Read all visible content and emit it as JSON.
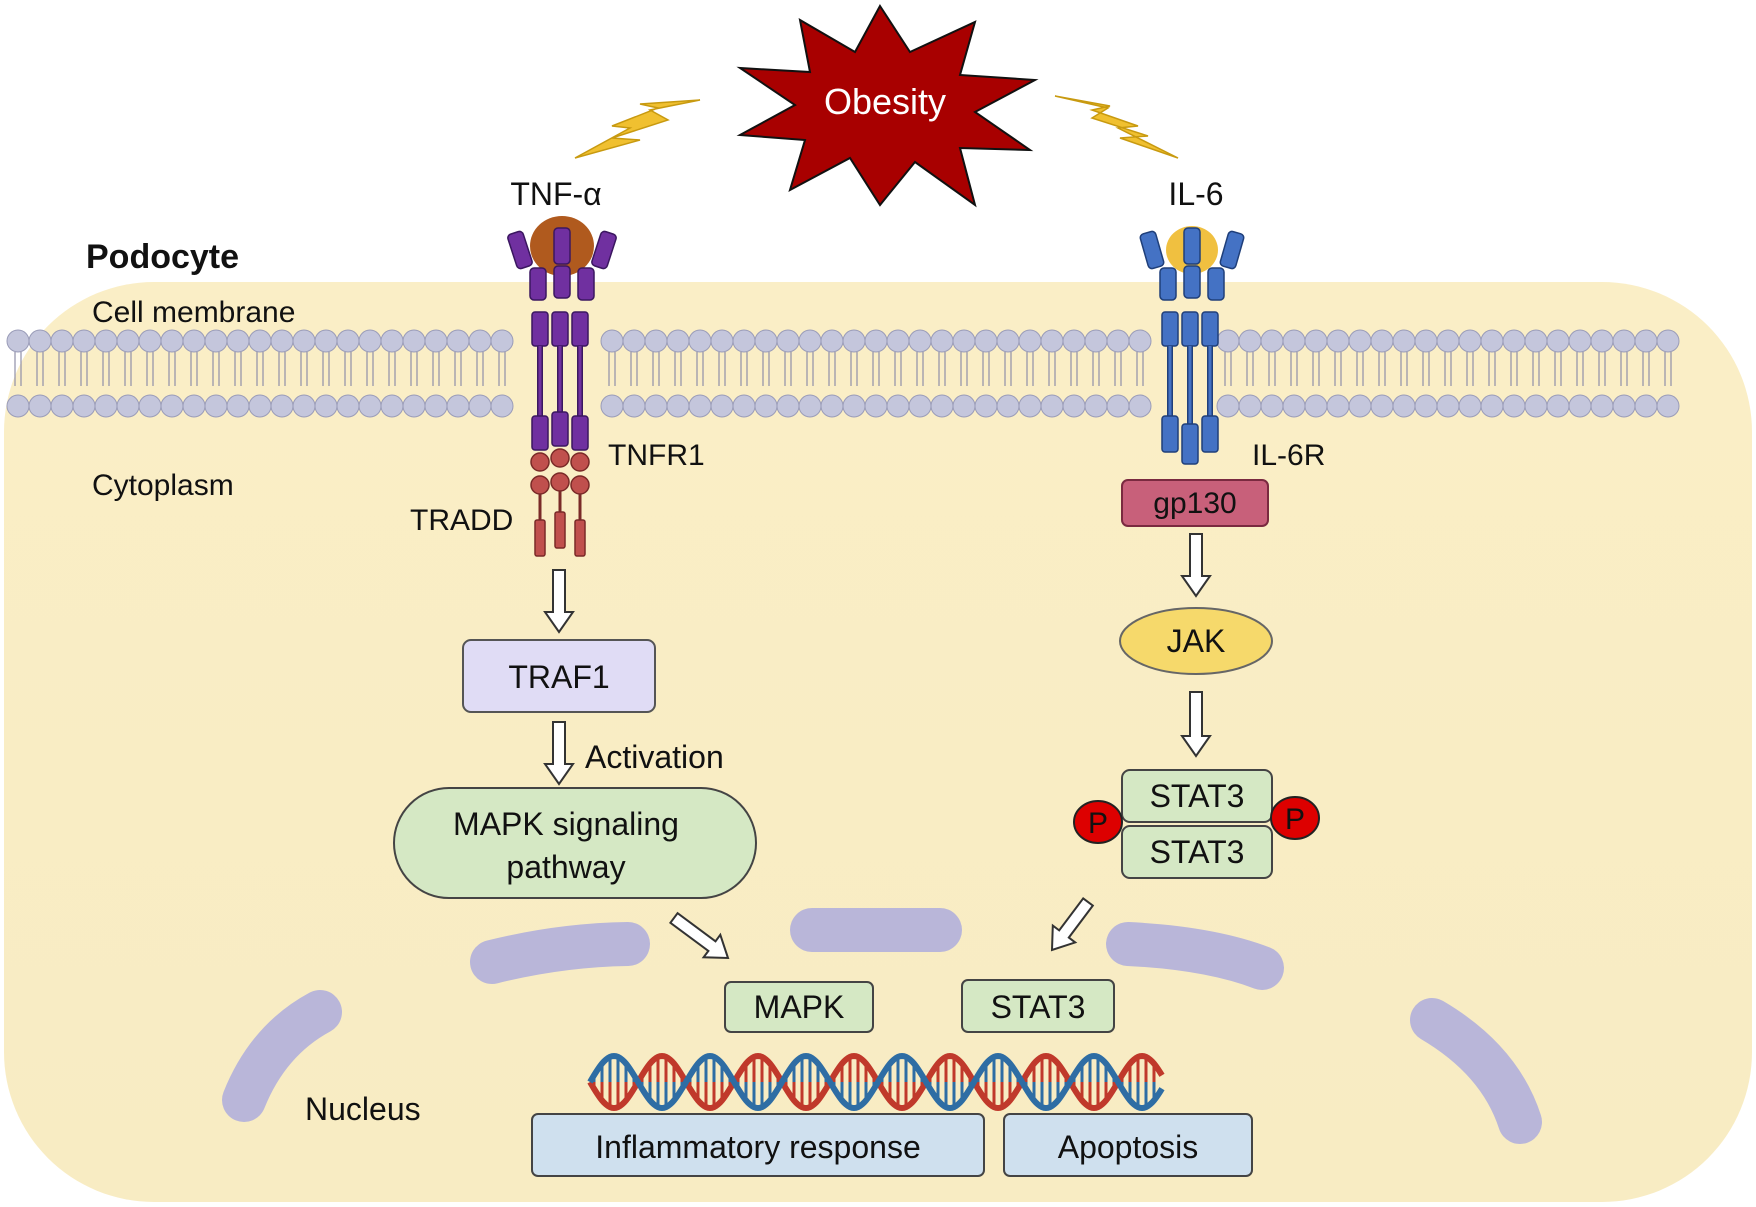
{
  "trigger": {
    "label": "Obesity",
    "color": "#a80000"
  },
  "cell": {
    "title": "Podocyte",
    "membrane_label": "Cell membrane",
    "cytoplasm_label": "Cytoplasm",
    "nucleus_label": "Nucleus",
    "fill": "#faeec6"
  },
  "tnf_pathway": {
    "ligand": "TNF-α",
    "receptor": "TNFR1",
    "adaptor": "TRADD",
    "traf": "TRAF1",
    "activation": "Activation",
    "mapk_pathway_line1": "MAPK signaling",
    "mapk_pathway_line2": "pathway",
    "nuclear_factor": "MAPK"
  },
  "il6_pathway": {
    "ligand": "IL-6",
    "receptor": "IL-6R",
    "coreceptor": "gp130",
    "kinase": "JAK",
    "stat_top": "STAT3",
    "stat_bottom": "STAT3",
    "phospho_left": "P",
    "phospho_right": "P",
    "nuclear_factor": "STAT3"
  },
  "outcomes": {
    "inflammatory": "Inflammatory response",
    "apoptosis": "Apoptosis"
  },
  "colors": {
    "tnf_receptor": "#7030a0",
    "il6_receptor": "#4472c4",
    "tradd": "#c0504d",
    "ligand_tnf": "#b05a1e",
    "ligand_il6": "#f0c040",
    "lightning": "#f0c030",
    "traf_box": "#e0dcf5",
    "green_box": "#d5e8c4",
    "gp130_box": "#c8607a",
    "jak": "#f6d96b",
    "phospho": "#dd0000",
    "outcome_box": "#cfe0ee",
    "nucleus_envelope": "#b9b6d9",
    "dna_red": "#c0392b",
    "dna_blue": "#2e6da4"
  }
}
